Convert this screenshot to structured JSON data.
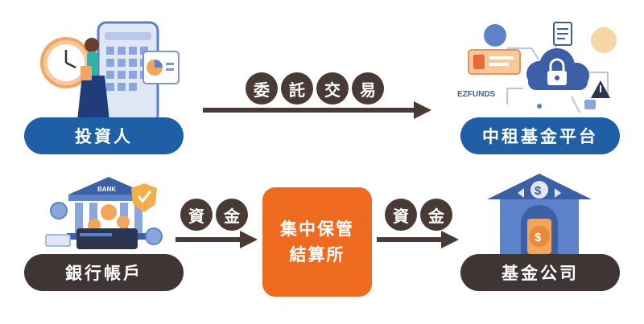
{
  "top": {
    "investor_label": "投資人",
    "platform_label": "中租基金平台",
    "flow_chars": [
      "委",
      "託",
      "交",
      "易"
    ],
    "platform_logo_text": "EZFUNDS"
  },
  "bottom": {
    "bank_label": "銀行帳戶",
    "fund_company_label": "基金公司",
    "center_line1": "集中保管",
    "center_line2": "結算所",
    "left_flow_chars": [
      "資",
      "金"
    ],
    "right_flow_chars": [
      "資",
      "金"
    ],
    "bank_sign_text": "BANK"
  },
  "colors": {
    "blue": "#1e5fa6",
    "dark": "#3f3534",
    "orange": "#ee6a1f",
    "circle": "#4a3a36"
  }
}
